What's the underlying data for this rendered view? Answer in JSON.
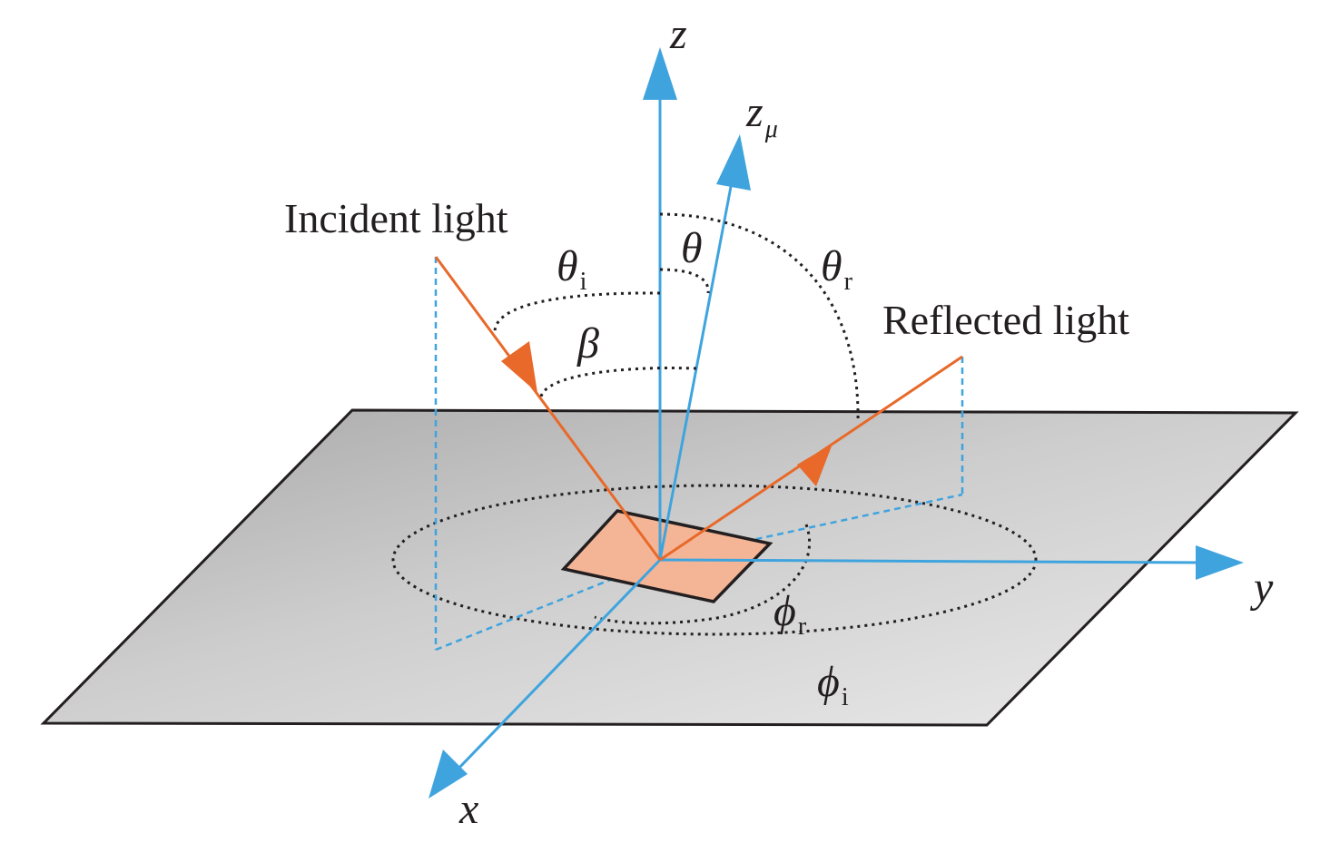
{
  "labels": {
    "incident_light": "Incident light",
    "reflected_light": "Reflected light"
  },
  "axes": {
    "z": "z",
    "z_mu": "z",
    "z_mu_sub": "μ",
    "x": "x",
    "y": "y"
  },
  "angles": {
    "theta": "θ",
    "theta_i": "θ",
    "theta_i_sub": "i",
    "theta_r": "θ",
    "theta_r_sub": "r",
    "beta": "β",
    "phi_r": "ϕ",
    "phi_r_sub": "r",
    "phi_i": "ϕ",
    "phi_i_sub": "i"
  },
  "colors": {
    "axis_blue": "#3fa4de",
    "light_orange": "#e8692a",
    "facet_fill": "#f4b597",
    "plane_dark": "#a9a9a9",
    "plane_light": "#e6e6e6",
    "outline": "#231f20"
  }
}
